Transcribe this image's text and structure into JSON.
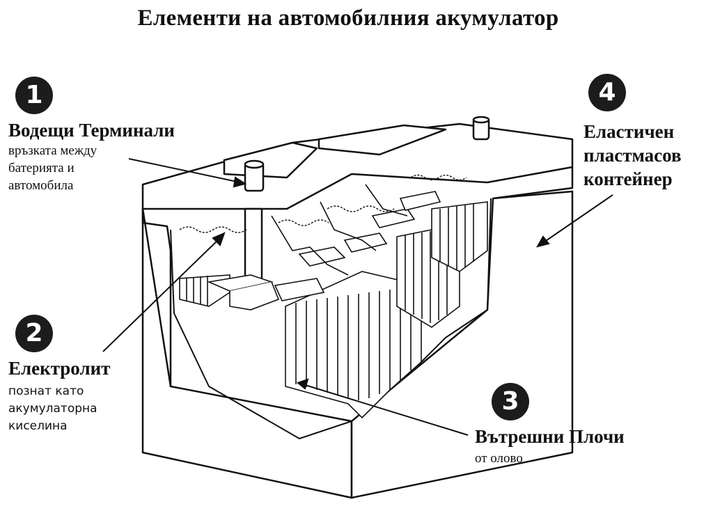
{
  "title": "Елементи на автомобилния акумулатор",
  "callouts": [
    {
      "number": "1",
      "heading": "Водещи Терминали",
      "description": [
        "връзката между",
        "батерията и",
        "автомобила"
      ]
    },
    {
      "number": "2",
      "heading": "Електролит",
      "description": [
        "познат като",
        "акумулаторна",
        "киселина"
      ]
    },
    {
      "number": "3",
      "heading": "Вътрешни Плочи",
      "description": [
        "от олово"
      ]
    },
    {
      "number": "4",
      "heading_lines": [
        "Еластичен",
        "пластмасов",
        "контейнер"
      ]
    }
  ],
  "colors": {
    "ink": "#111111",
    "badge": "#1c1c1c",
    "background": "#ffffff"
  }
}
